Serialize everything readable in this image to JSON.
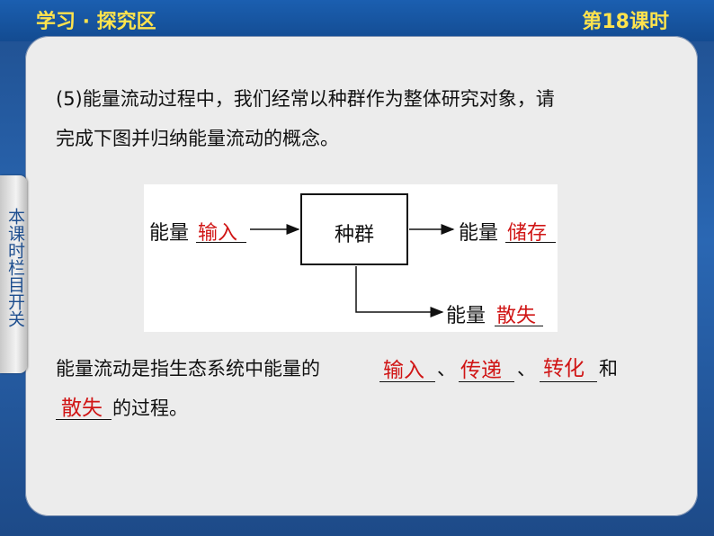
{
  "header": {
    "section": "学习 · 探究区",
    "lesson": "第18课时"
  },
  "side_tab": {
    "label": "本课时栏目开关"
  },
  "question": {
    "line1": "(5)能量流动过程中，我们经常以种群作为整体研究对象，请",
    "line2": "完成下图并归纳能量流动的概念。"
  },
  "diagram": {
    "input_prefix": "能量",
    "input_answer": "输入",
    "center": "种群",
    "storage_prefix": "能量",
    "storage_answer": "储存",
    "loss_prefix": "能量",
    "loss_answer": "散失"
  },
  "concept": {
    "prefix": "能量流动是指生态系统中能量的",
    "blank1": "输入",
    "sep1": "、",
    "blank2": "传递",
    "sep2": "、",
    "blank3": "转化",
    "and": "和",
    "blank4": "散失",
    "suffix": "的过程。"
  }
}
